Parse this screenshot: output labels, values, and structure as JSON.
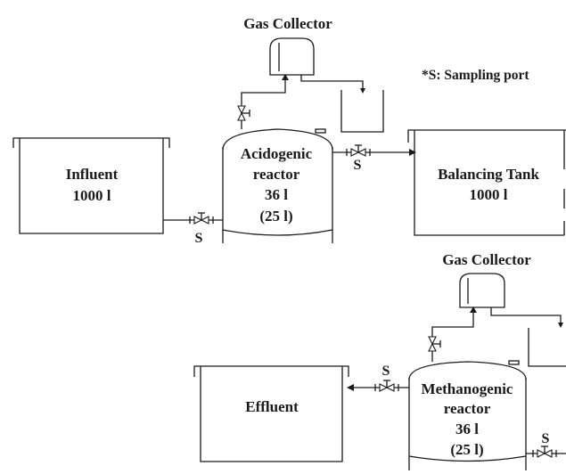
{
  "legend": {
    "text": "*S: Sampling port"
  },
  "gas_collector_1": {
    "label": "Gas Collector"
  },
  "gas_collector_2": {
    "label": "Gas Collector"
  },
  "influent": {
    "line1": "Influent",
    "line2": "1000 l"
  },
  "acidogenic_reactor": {
    "line1": "Acidogenic",
    "line2": "reactor",
    "line3": "36 l",
    "line4": "(25 l)"
  },
  "balancing_tank": {
    "line1": "Balancing Tank",
    "line2": "1000 l"
  },
  "methanogenic_reactor": {
    "line1": "Methanogenic",
    "line2": "reactor",
    "line3": "36 l",
    "line4": "(25 l)"
  },
  "effluent": {
    "label": "Effluent"
  },
  "sampling_ports": {
    "port_1": "S",
    "port_2": "S",
    "port_3": "S",
    "port_4": "S"
  }
}
